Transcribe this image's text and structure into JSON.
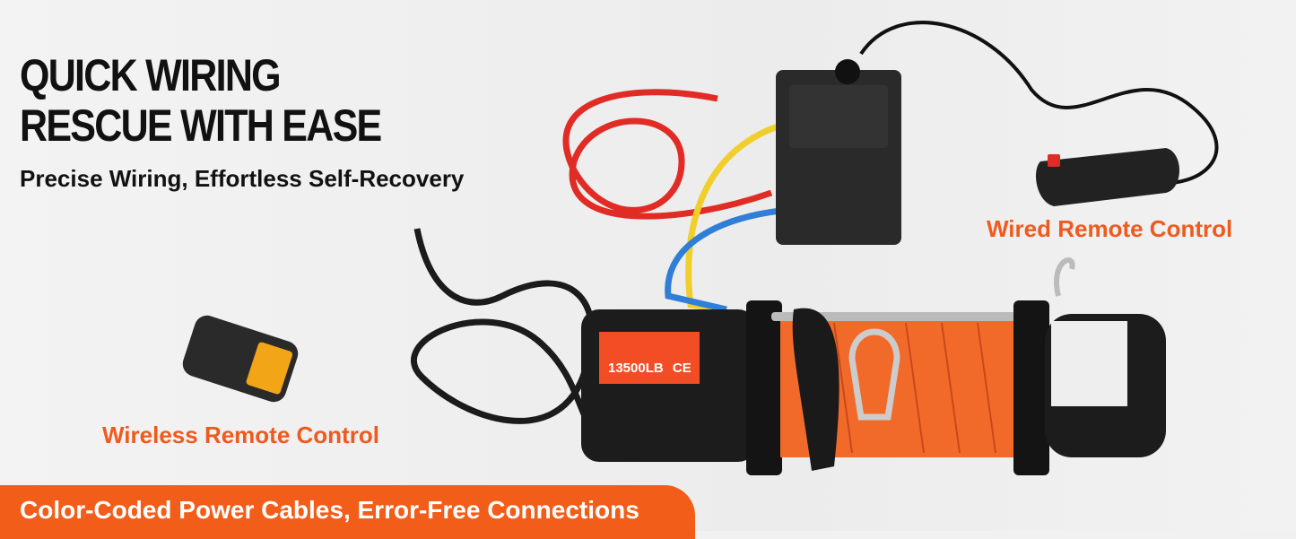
{
  "headline": {
    "line1": "QUICK WIRING",
    "line2": "RESCUE WITH EASE"
  },
  "subheadline": "Precise Wiring, Effortless Self-Recovery",
  "labels": {
    "wired": "Wired Remote Control",
    "wireless": "Wireless Remote Control"
  },
  "product": {
    "rating_label": "13500LB",
    "ce_mark": "CE"
  },
  "banner": "Color-Coded Power Cables, Error-Free Connections",
  "colors": {
    "accent": "#f25e1a",
    "rope": "#f26a2a",
    "body": "#1a1a1a"
  }
}
